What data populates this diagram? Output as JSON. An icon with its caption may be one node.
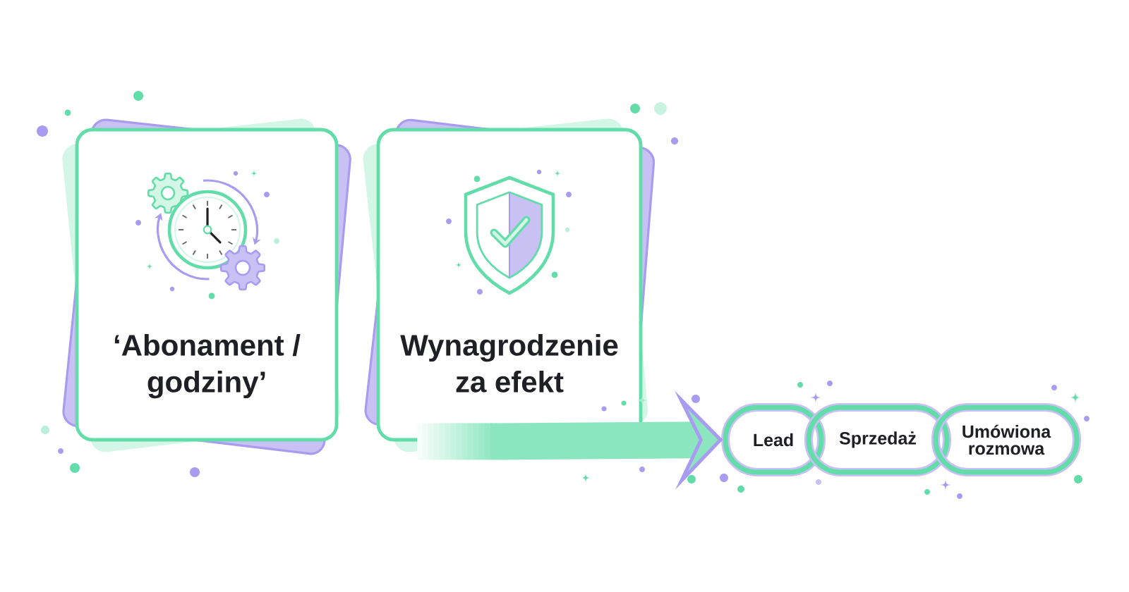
{
  "diagram": {
    "nodes": [
      {
        "text": [
          "‘Abonament / godziny’"
        ]
      },
      {
        "text": [
          "Wynagrodzenie za efekt"
        ]
      },
      {
        "text": [
          "Lead"
        ]
      },
      {
        "text": [
          "Sprzedaż"
        ]
      },
      {
        "text": [
          "Umówiona rozmowa"
        ]
      }
    ],
    "edges": [
      {
        "from": 1,
        "to": 2,
        "arrow": "to"
      }
    ]
  }
}
